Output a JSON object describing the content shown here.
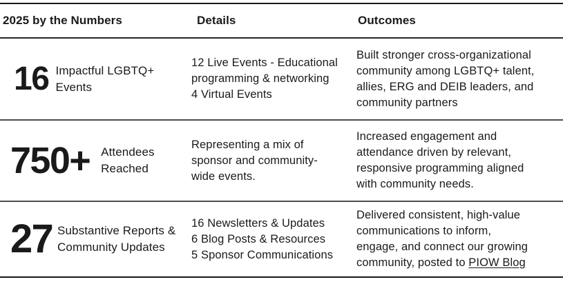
{
  "colors": {
    "text": "#1a1a1a",
    "rule_outer": "#161616",
    "rule_header": "#262626",
    "rule_divider": "#4c4c4c",
    "background": "#ffffff"
  },
  "table": {
    "columns": [
      {
        "label": "2025 by the Numbers"
      },
      {
        "label": "Details"
      },
      {
        "label": "Outcomes"
      }
    ],
    "rows": [
      {
        "number": "16",
        "label": "Impactful LGBTQ+\nEvents",
        "details": "12 Live Events - Educational\nprogramming & networking\n4 Virtual Events",
        "outcome": "Built stronger cross-organizational\ncommunity among LGBTQ+ talent,\nallies, ERG and DEIB leaders, and\ncommunity partners"
      },
      {
        "number": "750+",
        "label": "Attendees\nReached",
        "details": "Representing a mix of\nsponsor and community-\nwide events.",
        "outcome": "Increased engagement and\nattendance driven by relevant,\nresponsive programming aligned\nwith community needs."
      },
      {
        "number": "27",
        "label": "Substantive Reports &\nCommunity Updates",
        "details": "16 Newsletters & Updates\n6 Blog Posts & Resources\n5 Sponsor Communications",
        "outcome_prefix": "Delivered consistent, high-value\ncommunications to inform,\nengage, and connect our growing\ncommunity, posted to ",
        "outcome_link": "PIOW Blog"
      }
    ]
  }
}
